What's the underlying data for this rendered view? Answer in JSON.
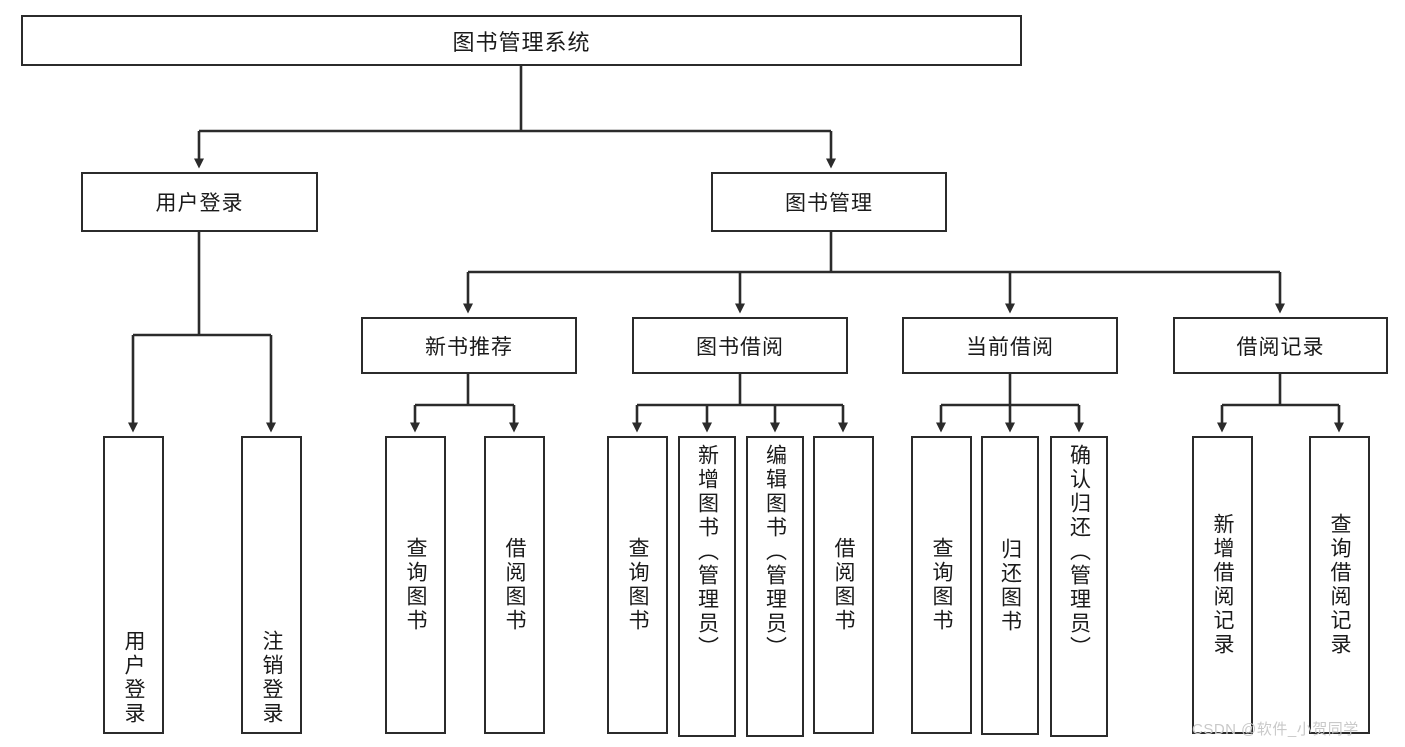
{
  "diagram": {
    "title": "图书管理系统",
    "type": "hierarchy-tree",
    "root": {
      "label": "图书管理系统"
    },
    "level2": [
      {
        "label": "用户登录"
      },
      {
        "label": "图书管理"
      }
    ],
    "level3": [
      {
        "label": "新书推荐"
      },
      {
        "label": "图书借阅"
      },
      {
        "label": "当前借阅"
      },
      {
        "label": "借阅记录"
      }
    ],
    "leaves": {
      "user_login": [
        {
          "label": "用户登录"
        },
        {
          "label": "注销登录"
        }
      ],
      "new_book": [
        {
          "label": "查询图书"
        },
        {
          "label": "借阅图书"
        }
      ],
      "book_borrow": [
        {
          "label": "查询图书"
        },
        {
          "label": "新增图书（管理员）"
        },
        {
          "label": "编辑图书（管理员）"
        },
        {
          "label": "借阅图书"
        }
      ],
      "current_borrow": [
        {
          "label": "查询图书"
        },
        {
          "label": "归还图书"
        },
        {
          "label": "确认归还（管理员）"
        }
      ],
      "borrow_record": [
        {
          "label": "新增借阅记录"
        },
        {
          "label": "查询借阅记录"
        }
      ]
    }
  },
  "watermark": {
    "text": "CSDN @软件_小贺同学"
  },
  "colors": {
    "stroke": "#2b2b2b",
    "background": "#ffffff",
    "text": "#1a1a1a",
    "watermark": "#c9c9c9"
  }
}
